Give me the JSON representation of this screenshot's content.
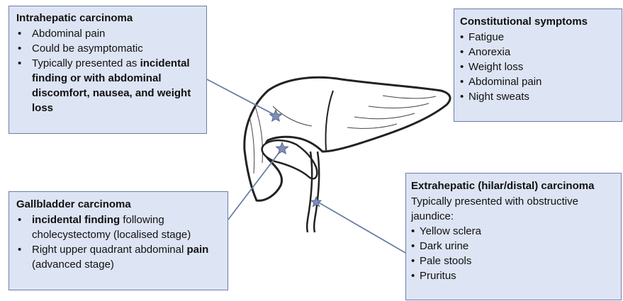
{
  "intrahepatic": {
    "title": "Intrahepatic carcinoma",
    "bullet": "•",
    "items": [
      {
        "text": "Abdominal pain"
      },
      {
        "text": "Could be asymptomatic"
      },
      {
        "prefix": "Typically presented as ",
        "bold": "incidental finding or with abdominal discomfort, nausea, and weight loss"
      }
    ]
  },
  "constitutional": {
    "title": "Constitutional symptoms",
    "bullet": "•",
    "items": [
      "Fatigue",
      "Anorexia",
      "Weight loss",
      "Abdominal pain",
      "Night sweats"
    ]
  },
  "gallbladder": {
    "title": "Gallbladder carcinoma",
    "bullet": "•",
    "items": [
      {
        "bold": "incidental finding",
        "suffix": " following cholecystectomy (localised stage)"
      },
      {
        "prefix": "Right upper quadrant abdominal ",
        "bold": "pain",
        "suffix": " (advanced stage)"
      }
    ]
  },
  "extrahepatic": {
    "title": "Extrahepatic (hilar/distal) carcinoma",
    "intro": "Typically presented with obstructive jaundice:",
    "bullet": "•",
    "items": [
      "Yellow sclera",
      "Dark urine",
      "Pale stools",
      "Pruritus"
    ]
  },
  "colors": {
    "box_fill": "#dde4f3",
    "box_border": "#6b7ea8",
    "line": "#6b7ea8",
    "outline": "#222222",
    "star": "#7d8fb8"
  }
}
